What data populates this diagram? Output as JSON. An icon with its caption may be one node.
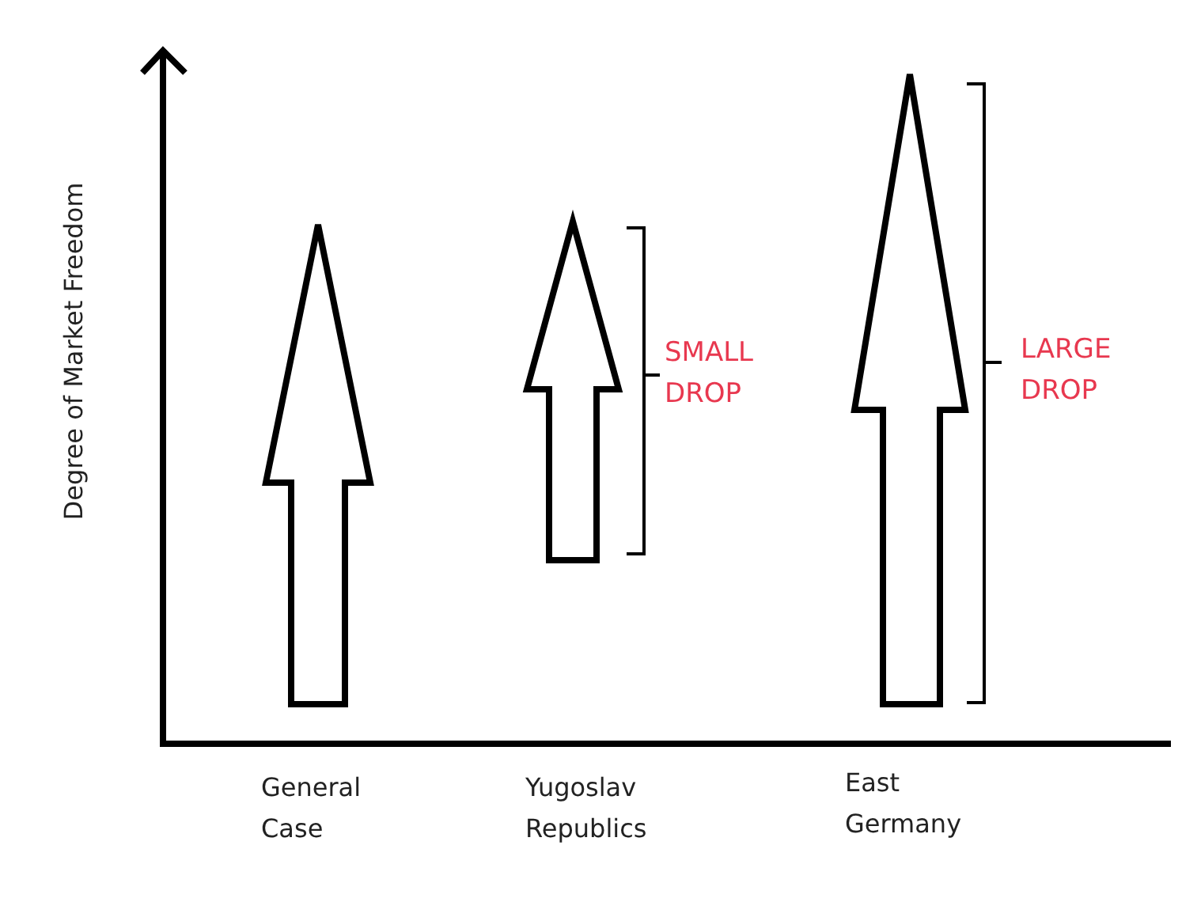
{
  "diagram": {
    "labels": [
      "Degree of Market Freedom",
      "General Case",
      "Yugoslav Republics",
      "East Germany",
      "SMALL DROP",
      "LARGE DROP"
    ]
  }
}
